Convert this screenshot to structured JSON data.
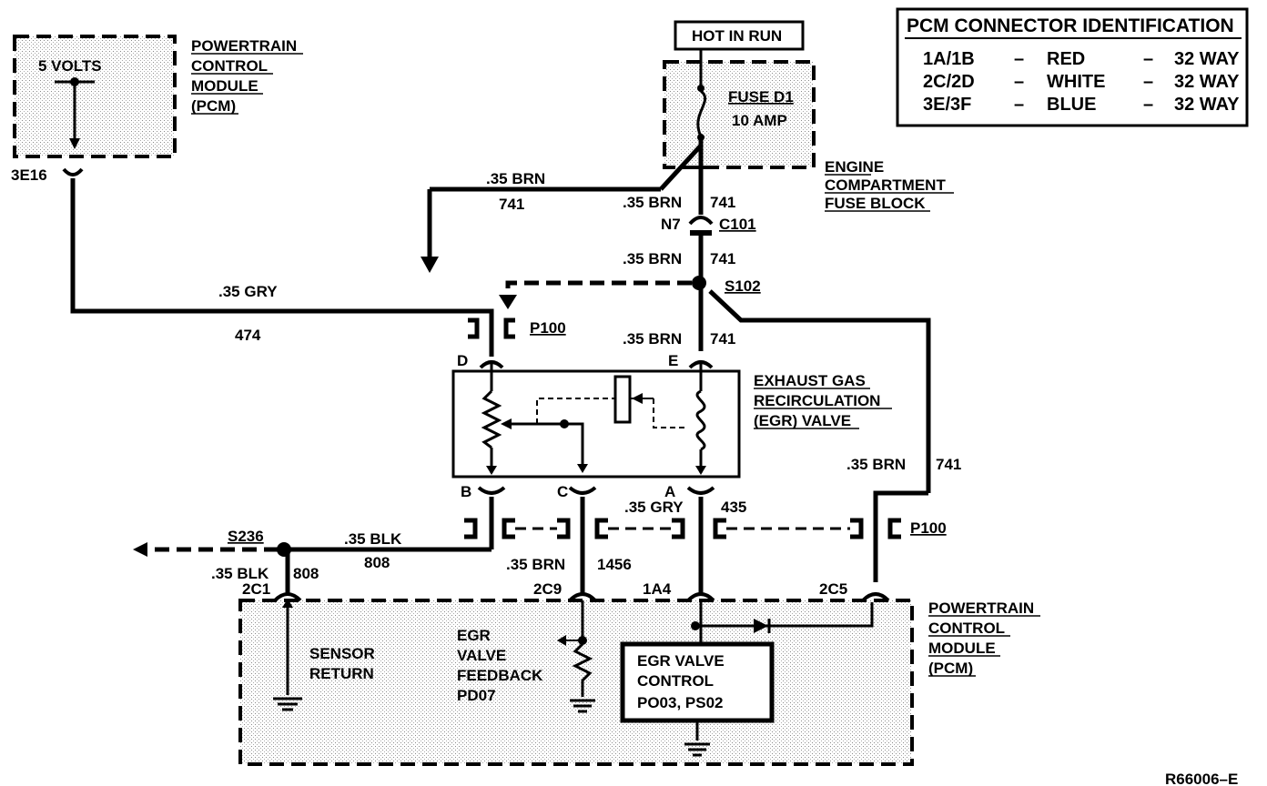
{
  "header_box": {
    "title": "PCM CONNECTOR IDENTIFICATION",
    "rows": [
      {
        "conn": "1A/1B",
        "dash1": "–",
        "color": "RED",
        "dash2": "–",
        "ways": "32 WAY"
      },
      {
        "conn": "2C/2D",
        "dash1": "–",
        "color": "WHITE",
        "dash2": "–",
        "ways": "32 WAY"
      },
      {
        "conn": "3E/3F",
        "dash1": "–",
        "color": "BLUE",
        "dash2": "–",
        "ways": "32 WAY"
      }
    ]
  },
  "hot_in_run": "HOT IN RUN",
  "fuse": {
    "name": "FUSE D1",
    "rating": "10 AMP"
  },
  "fuse_block": {
    "l1": "ENGINE",
    "l2": "COMPARTMENT",
    "l3": "FUSE BLOCK"
  },
  "pcm_top": {
    "l1": "POWERTRAIN",
    "l2": "CONTROL",
    "l3": "MODULE",
    "l4": "(PCM)",
    "volts": "5 VOLTS",
    "pin": "3E16"
  },
  "wires": {
    "brn_a": ".35 BRN",
    "num_741_a": "741",
    "brn_b": ".35 BRN",
    "num_741_b": "741",
    "c101_pin": "N7",
    "c101": "C101",
    "brn_c": ".35 BRN",
    "num_741_c": "741",
    "s102": "S102",
    "gry_top": ".35 GRY",
    "num_474": "474",
    "p100_top": "P100",
    "brn_d": ".35 BRN",
    "num_741_d": "741",
    "brn_e": ".35 BRN",
    "num_741_e": "741",
    "gry_435": ".35 GRY",
    "num_435": "435",
    "p100_bot": "P100",
    "s236": "S236",
    "blk_a": ".35 BLK",
    "num_808_a": "808",
    "blk_b": ".35 BLK",
    "num_808_b": "808",
    "brn_1456": ".35 BRN",
    "num_1456": "1456"
  },
  "egr": {
    "l1": "EXHAUST GAS",
    "l2": "RECIRCULATION",
    "l3": "(EGR) VALVE",
    "pin_d": "D",
    "pin_e": "E",
    "pin_b": "B",
    "pin_c": "C",
    "pin_a": "A"
  },
  "pcm_bottom": {
    "l1": "POWERTRAIN",
    "l2": "CONTROL",
    "l3": "MODULE",
    "l4": "(PCM)",
    "pin_2c1": "2C1",
    "pin_2c9": "2C9",
    "pin_1a4": "1A4",
    "pin_2c5": "2C5",
    "sensor_l1": "SENSOR",
    "sensor_l2": "RETURN",
    "fb_l1": "EGR",
    "fb_l2": "VALVE",
    "fb_l3": "FEEDBACK",
    "fb_l4": "PD07",
    "ctrl_l1": "EGR VALVE",
    "ctrl_l2": "CONTROL",
    "ctrl_l3": "PO03, PS02"
  },
  "figure_id": "R66006–E"
}
